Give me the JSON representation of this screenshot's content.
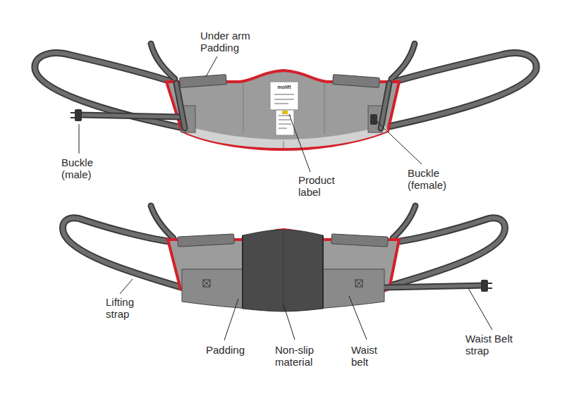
{
  "diagram": {
    "labels": [
      "Under arm Padding",
      "molift",
      "Buckle (male)",
      "Buckle (female)",
      "Product label",
      "Lifting strap",
      "Waist Belt strap",
      "Padding",
      "Non-slip material",
      "Waist belt"
    ]
  }
}
